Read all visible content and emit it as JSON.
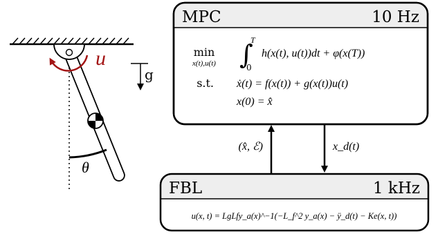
{
  "pendulum": {
    "control_label": "u",
    "gravity_label": "g",
    "angle_label": "θ"
  },
  "mpc": {
    "title": "MPC",
    "rate": "10 Hz",
    "min_label": "min",
    "min_sub": "x(t),u(t)",
    "integral_upper": "T",
    "integral_lower": "0",
    "objective": "h(x(t), u(t))dt + φ(x(T))",
    "st_label": "s.t.",
    "constraint1": "ẋ(t) = f(x(t)) + g(x(t))u(t)",
    "constraint2": "x(0) = x̂"
  },
  "arrows": {
    "up_label": "(x̂, ℰ)",
    "down_label": "x_d(t)"
  },
  "fbl": {
    "title": "FBL",
    "rate": "1 kHz",
    "control_law": "u(x, t) = LgLfy_a(x)^−1(−L_f^2 y_a(x) − ÿ_d(t) − Ke(x, t))"
  },
  "colors": {
    "accent": "#a31515",
    "header_fill": "#eeeeee",
    "stroke": "#000000"
  }
}
